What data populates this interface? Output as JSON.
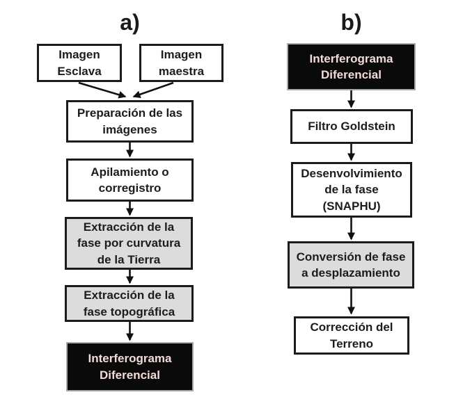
{
  "diagram": {
    "type": "flowchart",
    "background": "#ffffff",
    "flowchart_a": {
      "label": "a)",
      "nodes": [
        {
          "id": "imagen-esclava",
          "label": "Imagen\nEsclava",
          "style": "white"
        },
        {
          "id": "imagen-maestra",
          "label": "Imagen\nmaestra",
          "style": "white"
        },
        {
          "id": "preparacion-imagenes",
          "label": "Preparación de las\nimágenes",
          "style": "white"
        },
        {
          "id": "apilamiento-corregistro",
          "label": "Apilamiento o\ncorregistro",
          "style": "white"
        },
        {
          "id": "extraccion-curvatura",
          "label": "Extracción de la\nfase por curvatura\nde la Tierra",
          "style": "gray"
        },
        {
          "id": "extraccion-topografica",
          "label": "Extracción de la\nfase topográfica",
          "style": "gray"
        },
        {
          "id": "interferograma-diferencial-a",
          "label": "Interferograma\nDiferencial",
          "style": "black"
        }
      ],
      "edges": [
        {
          "from": "imagen-esclava",
          "to": "preparacion-imagenes"
        },
        {
          "from": "imagen-maestra",
          "to": "preparacion-imagenes"
        },
        {
          "from": "preparacion-imagenes",
          "to": "apilamiento-corregistro"
        },
        {
          "from": "apilamiento-corregistro",
          "to": "extraccion-curvatura"
        },
        {
          "from": "extraccion-curvatura",
          "to": "extraccion-topografica"
        },
        {
          "from": "extraccion-topografica",
          "to": "interferograma-diferencial-a"
        }
      ]
    },
    "flowchart_b": {
      "label": "b)",
      "nodes": [
        {
          "id": "interferograma-diferencial-b",
          "label": "Interferograma\nDiferencial",
          "style": "black"
        },
        {
          "id": "filtro-goldstein",
          "label": "Filtro Goldstein",
          "style": "white"
        },
        {
          "id": "desenvolvimiento-fase",
          "label": "Desenvolvimiento\nde la fase\n(SNAPHU)",
          "style": "white"
        },
        {
          "id": "conversion-fase",
          "label": "Conversión de fase\na desplazamiento",
          "style": "gray"
        },
        {
          "id": "correccion-terreno",
          "label": "Corrección del\nTerreno",
          "style": "white"
        }
      ],
      "edges": [
        {
          "from": "interferograma-diferencial-b",
          "to": "filtro-goldstein"
        },
        {
          "from": "filtro-goldstein",
          "to": "desenvolvimiento-fase"
        },
        {
          "from": "desenvolvimiento-fase",
          "to": "conversion-fase"
        },
        {
          "from": "conversion-fase",
          "to": "correccion-terreno"
        }
      ]
    },
    "colors": {
      "node_white_fill": "#ffffff",
      "node_gray_fill": "#dcdcdc",
      "node_black_fill": "#0a0a0a",
      "node_black_text": "#f2dcdb",
      "node_border": "#1b1b1b",
      "node_black_border": "#a9a9a9",
      "arrow": "#111111"
    }
  }
}
